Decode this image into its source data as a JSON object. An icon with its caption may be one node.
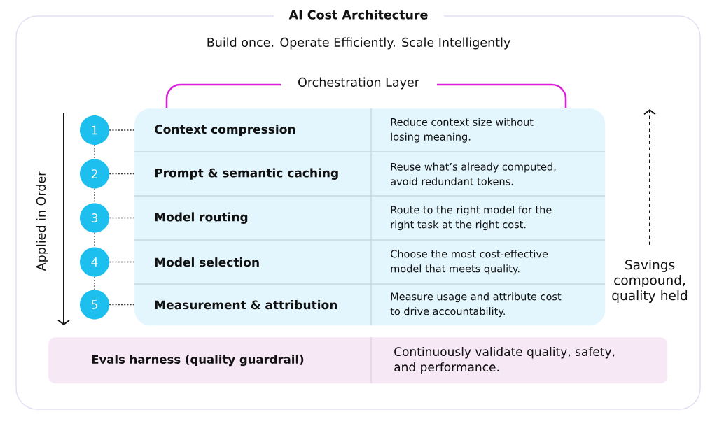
{
  "diagram": {
    "title": "AI Cost Architecture",
    "nodes": [
      {
        "text": [
          "1"
        ]
      },
      {
        "text": [
          "2"
        ]
      },
      {
        "text": [
          "3"
        ]
      },
      {
        "text": [
          "4"
        ]
      },
      {
        "text": [
          "5"
        ]
      },
      {
        "text": [],
        "shape": "box"
      },
      {
        "text": [
          "Context compression",
          "Reduce context size without losing meaning."
        ],
        "in": 5
      },
      {
        "text": [
          "Prompt & semantic caching",
          "Reuse what’s already computed, avoid redundant tokens."
        ],
        "in": 5
      },
      {
        "text": [
          "Model routing",
          "Route to the right model for the right task at the right cost."
        ],
        "in": 5
      },
      {
        "text": [
          "Model selection",
          "Choose the most cost-effective model that meets quality."
        ],
        "in": 5
      },
      {
        "text": [
          "Measurement & attribution",
          "Measure usage and attribute cost to drive accountability."
        ],
        "in": 5
      },
      {
        "text": [
          "Evals harness (quality guardrail)",
          "Continuously validate quality, safety, and performance."
        ]
      }
    ],
    "edges": [
      {
        "from": 0,
        "to": 6,
        "arrow": "none",
        "style": "dashed"
      },
      {
        "from": 1,
        "to": 7,
        "arrow": "none",
        "style": "dashed"
      },
      {
        "from": 2,
        "to": 8,
        "arrow": "none",
        "style": "dashed"
      },
      {
        "from": 3,
        "to": 9,
        "arrow": "none",
        "style": "dashed"
      },
      {
        "from": 4,
        "to": 10,
        "arrow": "none",
        "style": "dashed"
      },
      {
        "from": 0,
        "to": 1,
        "arrow": "none",
        "style": "dashed"
      },
      {
        "from": 1,
        "to": 2,
        "arrow": "none",
        "style": "dashed"
      },
      {
        "from": 2,
        "to": 3,
        "arrow": "none",
        "style": "dashed"
      },
      {
        "from": 3,
        "to": 4,
        "arrow": "none",
        "style": "dashed"
      }
    ],
    "labels": [
      "Build once. Operate Efficiently. Scale Intelligently",
      "Orchestration Layer",
      "Applied in Order",
      "Savings compound, quality held"
    ]
  }
}
